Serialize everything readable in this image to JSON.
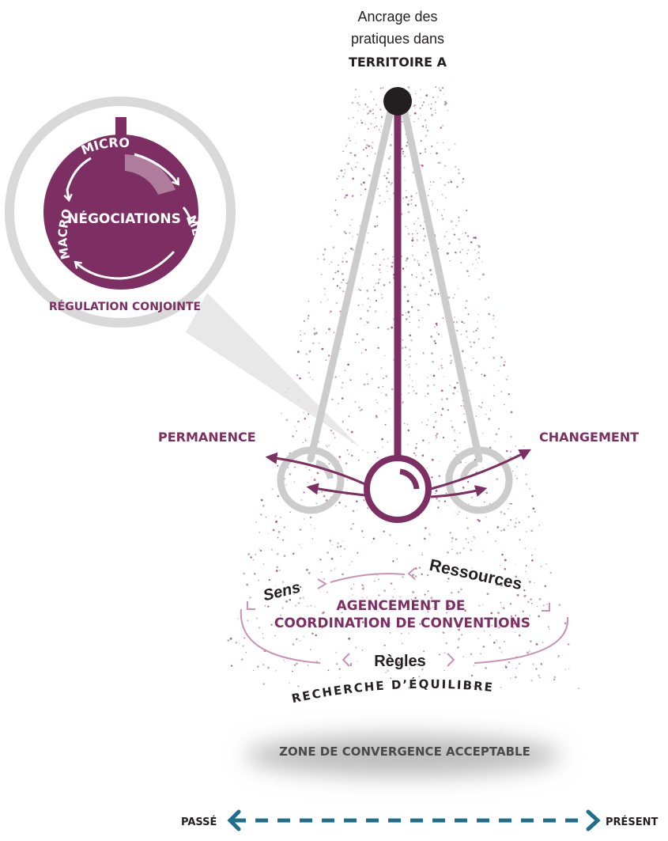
{
  "header": {
    "line1": "Ancrage des",
    "line2": "pratiques dans",
    "territory": "TERRITOIRE A"
  },
  "magnifier": {
    "micro": "MICRO",
    "meso": "MÉSO",
    "macro": "MACRO",
    "center": "NÉGOCIATIONS",
    "caption": "RÉGULATION CONJOINTE"
  },
  "pendulum": {
    "left_label": "PERMANENCE",
    "right_label": "CHANGEMENT"
  },
  "conventions": {
    "sens": "Sens",
    "ressources": "Ressources",
    "regles": "Règles",
    "title_line1": "AGENCEMENT DE",
    "title_line2": "COORDINATION DE CONVENTIONS",
    "arc_label": "RECHERCHE D’ÉQUILIBRE"
  },
  "zone": {
    "label": "ZONE DE CONVERGENCE ACCEPTABLE"
  },
  "timeline": {
    "left": "PASSÉ",
    "right": "PRÉSENT"
  },
  "colors": {
    "accent": "#7d2e62",
    "grey": "#cccccc",
    "dark": "#231f20",
    "blue": "#1f6f8b"
  }
}
